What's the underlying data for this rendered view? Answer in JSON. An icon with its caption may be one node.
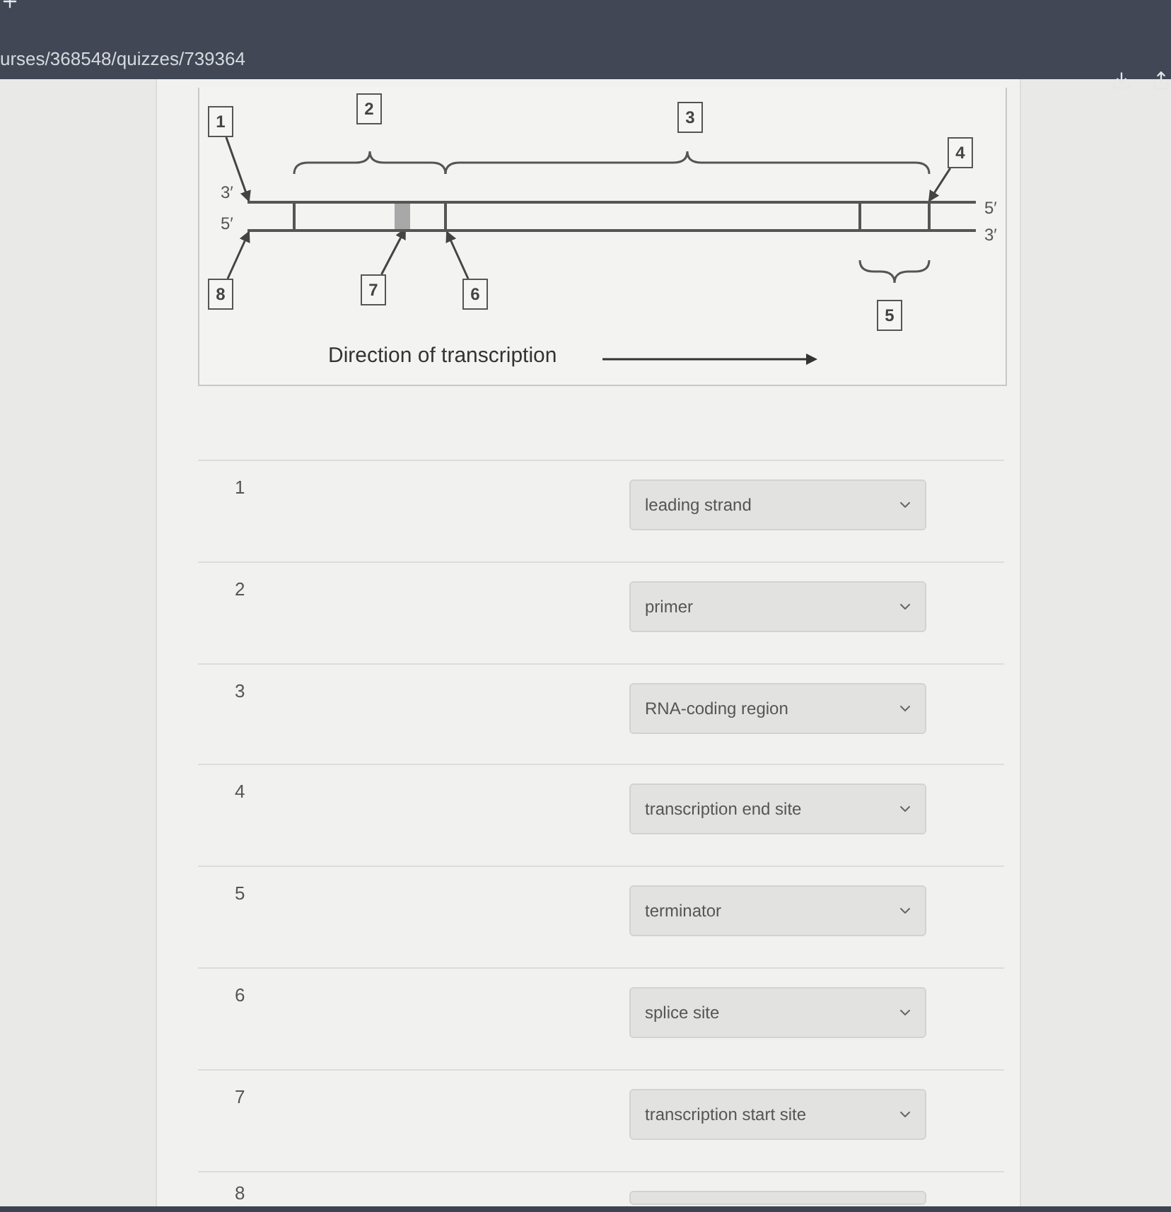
{
  "diagram": {
    "nodes": [
      {
        "text": [
          "1"
        ]
      },
      {
        "text": [
          "2"
        ]
      },
      {
        "text": [
          "3"
        ]
      },
      {
        "text": [
          "4"
        ]
      },
      {
        "text": [],
        "shape": "bar"
      },
      {
        "text": [],
        "shape": "bar",
        "in": 4
      },
      {
        "text": [
          "8"
        ]
      },
      {
        "text": [
          "7"
        ]
      },
      {
        "text": [
          "6"
        ]
      },
      {
        "text": [
          "5"
        ]
      }
    ],
    "edges": [
      {
        "from": 0,
        "to": 4,
        "arrow": "to"
      },
      {
        "from": 3,
        "to": 4,
        "arrow": "to"
      },
      {
        "from": 6,
        "to": 4,
        "arrow": "to"
      },
      {
        "from": 7,
        "to": 5,
        "arrow": "to"
      },
      {
        "from": 8,
        "to": 4,
        "arrow": "to"
      }
    ],
    "labels": [
      "urses/368548/quizzes/739364",
      "3′",
      "5′",
      "5′",
      "3′",
      "Direction of transcription",
      "1",
      "leading strand",
      "2",
      "primer",
      "3",
      "RNA-coding region",
      "4",
      "transcription end site",
      "5",
      "terminator",
      "6",
      "splice site",
      "7",
      "transcription start site",
      "8"
    ]
  }
}
